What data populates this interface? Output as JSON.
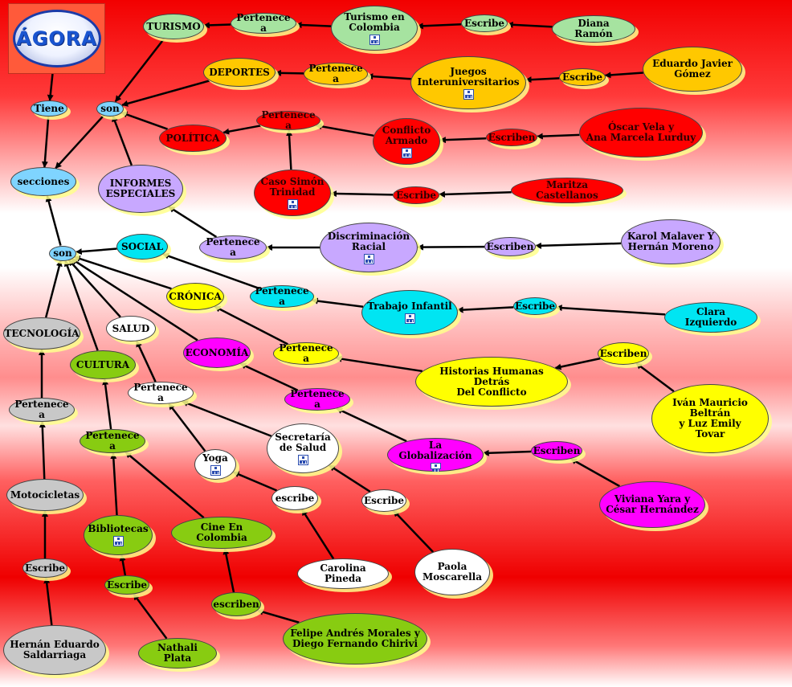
{
  "logo": {
    "text": "ÁGORA"
  },
  "colors": {
    "edge": "#000000"
  },
  "nodes": [
    {
      "id": "n_tiene",
      "label": "Tiene",
      "color": "blue"
    },
    {
      "id": "n_son1",
      "label": "son",
      "color": "blue"
    },
    {
      "id": "n_secciones",
      "label": "secciones",
      "color": "blue"
    },
    {
      "id": "n_son2",
      "label": "son",
      "color": "blue"
    },
    {
      "id": "n_turismo",
      "label": "TURISMO",
      "color": "green"
    },
    {
      "id": "n_pa_tur",
      "label": "Pertenece a",
      "color": "green"
    },
    {
      "id": "n_tur_col",
      "label": "Turismo en\nColombia",
      "color": "green",
      "icon": true
    },
    {
      "id": "n_esc_tur",
      "label": "Escribe",
      "color": "green"
    },
    {
      "id": "n_diana",
      "label": "Diana Ramón",
      "color": "green"
    },
    {
      "id": "n_deportes",
      "label": "DEPORTES",
      "color": "orange"
    },
    {
      "id": "n_pa_dep",
      "label": "Pertenece a",
      "color": "orange"
    },
    {
      "id": "n_juegos",
      "label": "Juegos\nInteruniversitarios",
      "color": "orange",
      "icon": true
    },
    {
      "id": "n_esc_dep",
      "label": "Escribe",
      "color": "orange"
    },
    {
      "id": "n_eduardo",
      "label": "Eduardo Javier\nGómez",
      "color": "orange"
    },
    {
      "id": "n_politica",
      "label": "POLÍTICA",
      "color": "red"
    },
    {
      "id": "n_pa_pol",
      "label": "Pertenece a",
      "color": "red"
    },
    {
      "id": "n_conflicto",
      "label": "Conflicto\nArmado",
      "color": "red",
      "icon": true
    },
    {
      "id": "n_escn_pol",
      "label": "Escriben",
      "color": "red"
    },
    {
      "id": "n_oscar",
      "label": "Óscar Vela y\nAna Marcela Lurduy",
      "color": "red"
    },
    {
      "id": "n_caso",
      "label": "Caso Simón\nTrinidad",
      "color": "red",
      "icon": true
    },
    {
      "id": "n_esc_caso",
      "label": "Escribe",
      "color": "red"
    },
    {
      "id": "n_maritza",
      "label": "Maritza Castellanos",
      "color": "red"
    },
    {
      "id": "n_informes",
      "label": "INFORMES\nESPECIALES",
      "color": "lav"
    },
    {
      "id": "n_pa_inf",
      "label": "Pertenece a",
      "color": "lav"
    },
    {
      "id": "n_discrim",
      "label": "Discriminación\nRacial",
      "color": "lav",
      "icon": true
    },
    {
      "id": "n_escn_inf",
      "label": "Escriben",
      "color": "lav"
    },
    {
      "id": "n_karol",
      "label": "Karol Malaver Y\nHernán Moreno",
      "color": "lav"
    },
    {
      "id": "n_social",
      "label": "SOCIAL",
      "color": "cyan"
    },
    {
      "id": "n_pa_soc",
      "label": "Pertenece a",
      "color": "cyan"
    },
    {
      "id": "n_trabajo",
      "label": "Trabajo Infantil",
      "color": "cyan",
      "icon": true
    },
    {
      "id": "n_esc_soc",
      "label": "Escribe",
      "color": "cyan"
    },
    {
      "id": "n_clara",
      "label": "Clara Izquierdo",
      "color": "cyan"
    },
    {
      "id": "n_cronica",
      "label": "CRÓNICA",
      "color": "yellow"
    },
    {
      "id": "n_pa_cro",
      "label": "Pertenece a",
      "color": "yellow"
    },
    {
      "id": "n_historias",
      "label": "Historias Humanas Detrás\nDel Conflicto",
      "color": "yellow"
    },
    {
      "id": "n_escn_cro",
      "label": "Escriben",
      "color": "yellow"
    },
    {
      "id": "n_ivan",
      "label": "Iván Mauricio Beltrán\ny Luz Emily\nTovar",
      "color": "yellow"
    },
    {
      "id": "n_economia",
      "label": "ECONOMÍA",
      "color": "mag"
    },
    {
      "id": "n_pa_eco",
      "label": "Pertenece a",
      "color": "mag"
    },
    {
      "id": "n_global",
      "label": "La Globalización",
      "color": "mag",
      "icon": true
    },
    {
      "id": "n_escn_eco",
      "label": "Escriben",
      "color": "mag"
    },
    {
      "id": "n_viviana",
      "label": "Viviana Yara y\nCésar Hernández",
      "color": "mag"
    },
    {
      "id": "n_salud",
      "label": "SALUD",
      "color": "white"
    },
    {
      "id": "n_pa_sal",
      "label": "Pertenece a",
      "color": "white"
    },
    {
      "id": "n_yoga",
      "label": "Yoga",
      "color": "white",
      "icon": true
    },
    {
      "id": "n_secsalud",
      "label": "Secretaría\nde Salud",
      "color": "white",
      "icon": true
    },
    {
      "id": "n_esc_yoga",
      "label": "escribe",
      "color": "white"
    },
    {
      "id": "n_esc_sec",
      "label": "Escribe",
      "color": "white"
    },
    {
      "id": "n_carolina",
      "label": "Carolina Pineda",
      "color": "white"
    },
    {
      "id": "n_paola",
      "label": "Paola\nMoscarella",
      "color": "white"
    },
    {
      "id": "n_cultura",
      "label": "CULTURA",
      "color": "olive"
    },
    {
      "id": "n_pa_cul",
      "label": "Pertenece a",
      "color": "olive"
    },
    {
      "id": "n_biblio",
      "label": "Bibliotecas",
      "color": "olive",
      "icon": true
    },
    {
      "id": "n_cine",
      "label": "Cine En Colombia",
      "color": "olive"
    },
    {
      "id": "n_esc_bib",
      "label": "Escribe",
      "color": "olive"
    },
    {
      "id": "n_escn_cine",
      "label": "escriben",
      "color": "olive"
    },
    {
      "id": "n_nathali",
      "label": "Nathali Plata",
      "color": "olive"
    },
    {
      "id": "n_felipe",
      "label": "Felipe Andrés Morales y\nDiego Fernando Chirivi",
      "color": "olive"
    },
    {
      "id": "n_tecno",
      "label": "TECNOLOGÍA",
      "color": "gray"
    },
    {
      "id": "n_pa_tec",
      "label": "Pertenece a",
      "color": "gray"
    },
    {
      "id": "n_moto",
      "label": "Motocicletas",
      "color": "gray"
    },
    {
      "id": "n_esc_tec",
      "label": "Escribe",
      "color": "gray"
    },
    {
      "id": "n_hernan",
      "label": "Hernán Eduardo\nSaldarriaga",
      "color": "gray"
    }
  ],
  "edges": [
    [
      "logo",
      "n_tiene"
    ],
    [
      "n_tiene",
      "n_secciones"
    ],
    [
      "n_son1",
      "n_secciones"
    ],
    [
      "n_son2",
      "n_secciones"
    ],
    [
      "n_turismo",
      "n_son1"
    ],
    [
      "n_deportes",
      "n_son1"
    ],
    [
      "n_politica",
      "n_son1"
    ],
    [
      "n_informes",
      "n_son1"
    ],
    [
      "n_pa_tur",
      "n_turismo"
    ],
    [
      "n_tur_col",
      "n_pa_tur"
    ],
    [
      "n_esc_tur",
      "n_tur_col"
    ],
    [
      "n_diana",
      "n_esc_tur"
    ],
    [
      "n_pa_dep",
      "n_deportes"
    ],
    [
      "n_juegos",
      "n_pa_dep"
    ],
    [
      "n_esc_dep",
      "n_juegos"
    ],
    [
      "n_eduardo",
      "n_esc_dep"
    ],
    [
      "n_pa_pol",
      "n_politica"
    ],
    [
      "n_conflicto",
      "n_pa_pol"
    ],
    [
      "n_escn_pol",
      "n_conflicto"
    ],
    [
      "n_oscar",
      "n_escn_pol"
    ],
    [
      "n_caso",
      "n_pa_pol"
    ],
    [
      "n_esc_caso",
      "n_caso"
    ],
    [
      "n_maritza",
      "n_esc_caso"
    ],
    [
      "n_pa_inf",
      "n_informes"
    ],
    [
      "n_discrim",
      "n_pa_inf"
    ],
    [
      "n_escn_inf",
      "n_discrim"
    ],
    [
      "n_karol",
      "n_escn_inf"
    ],
    [
      "n_social",
      "n_son2"
    ],
    [
      "n_cronica",
      "n_son2"
    ],
    [
      "n_salud",
      "n_son2"
    ],
    [
      "n_economia",
      "n_son2"
    ],
    [
      "n_cultura",
      "n_son2"
    ],
    [
      "n_tecno",
      "n_son2"
    ],
    [
      "n_pa_soc",
      "n_social"
    ],
    [
      "n_trabajo",
      "n_pa_soc"
    ],
    [
      "n_esc_soc",
      "n_trabajo"
    ],
    [
      "n_clara",
      "n_esc_soc"
    ],
    [
      "n_pa_cro",
      "n_cronica"
    ],
    [
      "n_historias",
      "n_pa_cro"
    ],
    [
      "n_escn_cro",
      "n_historias"
    ],
    [
      "n_ivan",
      "n_escn_cro"
    ],
    [
      "n_pa_eco",
      "n_economia"
    ],
    [
      "n_global",
      "n_pa_eco"
    ],
    [
      "n_escn_eco",
      "n_global"
    ],
    [
      "n_viviana",
      "n_escn_eco"
    ],
    [
      "n_pa_sal",
      "n_salud"
    ],
    [
      "n_yoga",
      "n_pa_sal"
    ],
    [
      "n_secsalud",
      "n_pa_sal"
    ],
    [
      "n_esc_yoga",
      "n_yoga"
    ],
    [
      "n_carolina",
      "n_esc_yoga"
    ],
    [
      "n_esc_sec",
      "n_secsalud"
    ],
    [
      "n_paola",
      "n_esc_sec"
    ],
    [
      "n_pa_cul",
      "n_cultura"
    ],
    [
      "n_biblio",
      "n_pa_cul"
    ],
    [
      "n_cine",
      "n_pa_cul"
    ],
    [
      "n_esc_bib",
      "n_biblio"
    ],
    [
      "n_nathali",
      "n_esc_bib"
    ],
    [
      "n_escn_cine",
      "n_cine"
    ],
    [
      "n_felipe",
      "n_escn_cine"
    ],
    [
      "n_pa_tec",
      "n_tecno"
    ],
    [
      "n_moto",
      "n_pa_tec"
    ],
    [
      "n_esc_tec",
      "n_moto"
    ],
    [
      "n_hernan",
      "n_esc_tec"
    ]
  ]
}
